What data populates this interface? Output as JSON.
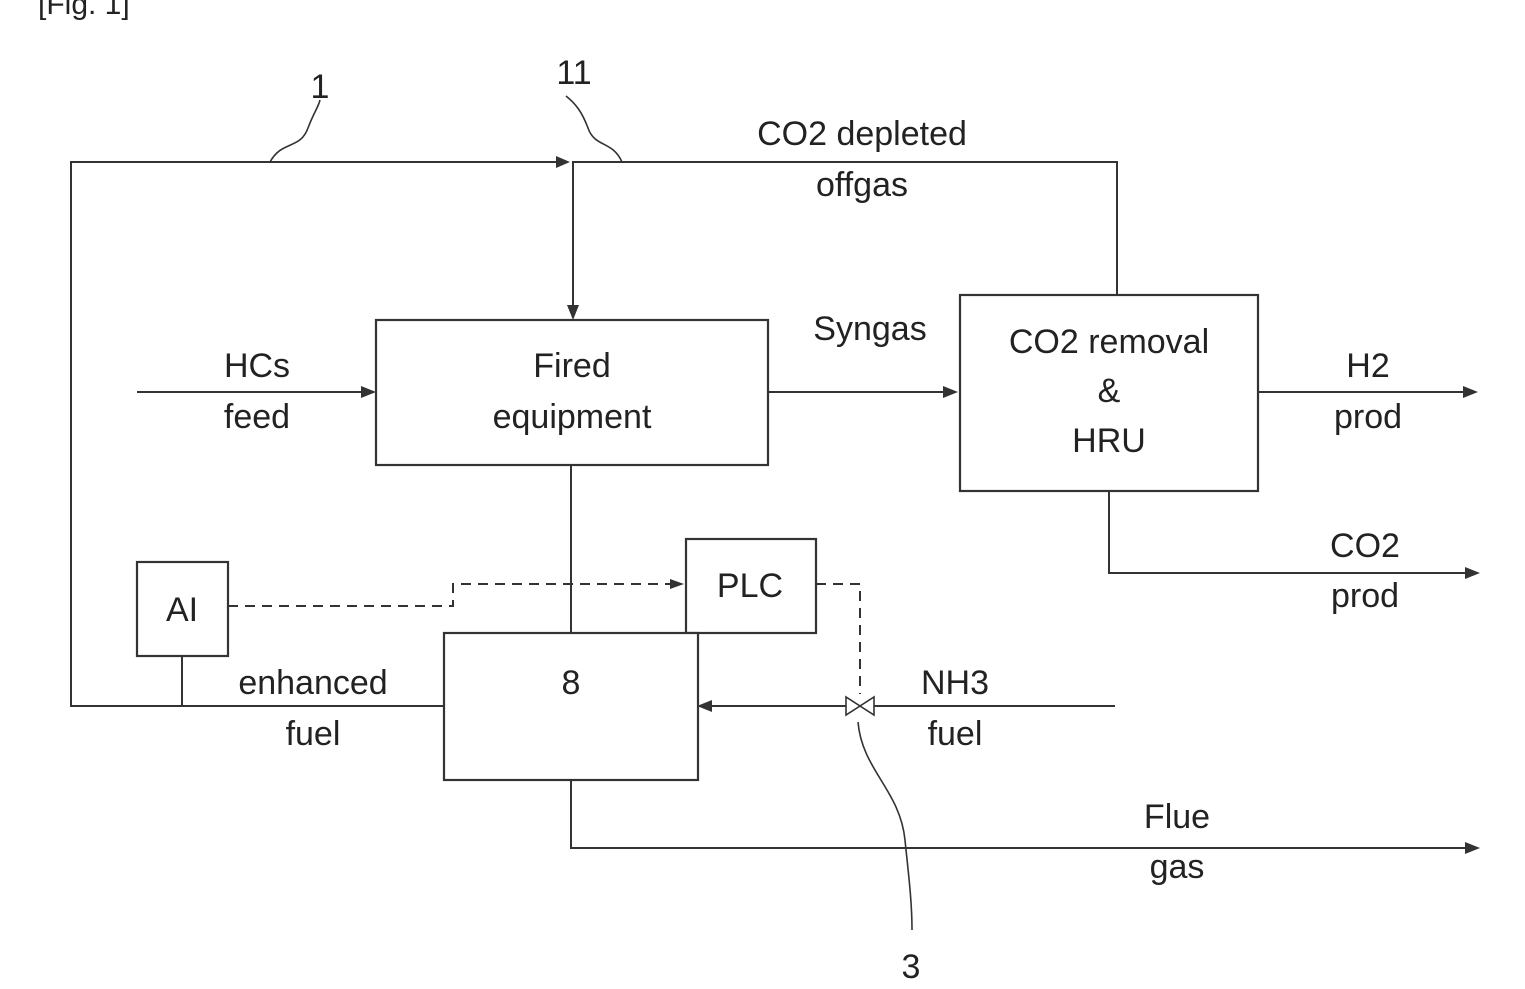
{
  "figure_label": "[Fig. 1]",
  "refs": {
    "r1": "1",
    "r11": "11",
    "r3": "3"
  },
  "blocks": {
    "fired": {
      "line1": "Fired",
      "line2": "equipment"
    },
    "co2rem": {
      "line1": "CO2 removal",
      "line2": "&",
      "line3": "HRU"
    },
    "ai": "AI",
    "plc": "PLC",
    "mixer": "8"
  },
  "streams": {
    "co2_depleted": {
      "line1": "CO2 depleted",
      "line2": "offgas"
    },
    "syngas": "Syngas",
    "hcs_feed": {
      "line1": "HCs",
      "line2": "feed"
    },
    "h2_prod": {
      "line1": "H2",
      "line2": "prod"
    },
    "co2_prod": {
      "line1": "CO2",
      "line2": "prod"
    },
    "enhanced_fuel": {
      "line1": "enhanced",
      "line2": "fuel"
    },
    "nh3_fuel": {
      "line1": "NH3",
      "line2": "fuel"
    },
    "flue_gas": {
      "line1": "Flue",
      "line2": "gas"
    }
  }
}
